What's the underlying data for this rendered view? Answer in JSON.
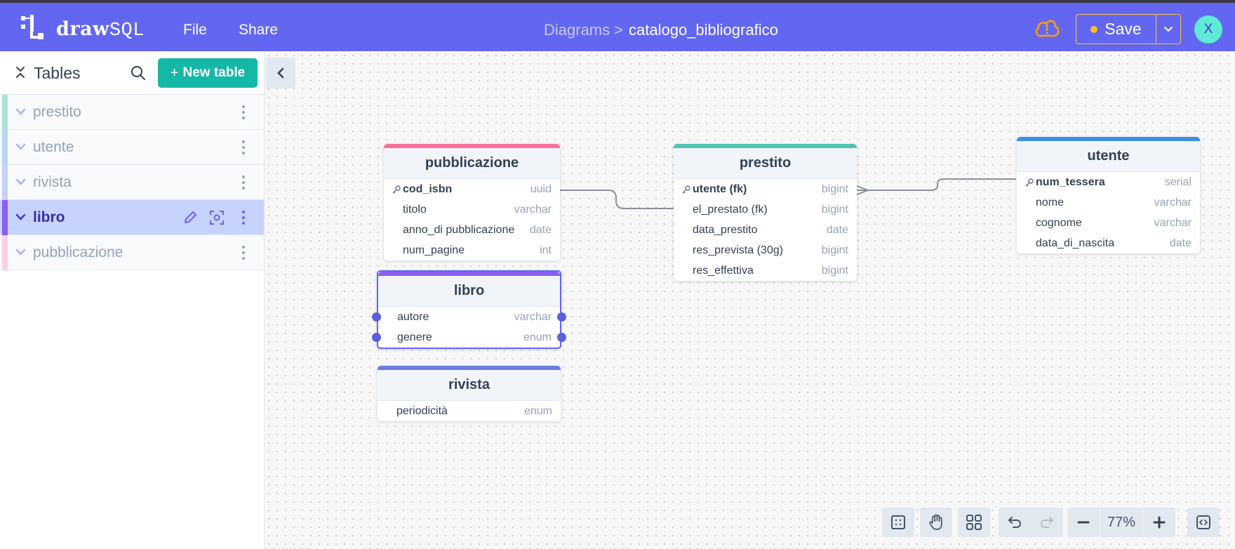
{
  "app": {
    "logo_bold": "draw",
    "logo_light": "SQL"
  },
  "menu": {
    "file": "File",
    "share": "Share"
  },
  "breadcrumb": {
    "root": "Diagrams",
    "separator": ">",
    "current": "catalogo_bibliografico"
  },
  "header": {
    "save_label": "Save",
    "avatar_letter": "X",
    "warning_color": "#f59e0b"
  },
  "sidebar": {
    "title": "Tables",
    "new_table_plus": "+",
    "new_table_label": "New table",
    "items": [
      {
        "label": "prestito",
        "color": "#a7e6d7",
        "active": false
      },
      {
        "label": "utente",
        "color": "#b7d8f5",
        "active": false
      },
      {
        "label": "rivista",
        "color": "#c7d2fe",
        "active": false
      },
      {
        "label": "libro",
        "color": "#8b5cf6",
        "active": true
      },
      {
        "label": "pubblicazione",
        "color": "#fbcfe0",
        "active": false
      }
    ]
  },
  "tables": {
    "pubblicazione": {
      "name": "pubblicazione",
      "color": "#f87199",
      "columns": [
        {
          "name": "cod_isbn",
          "type": "uuid",
          "pk": true
        },
        {
          "name": "titolo",
          "type": "varchar"
        },
        {
          "name": "anno_di pubblicazione",
          "type": "date"
        },
        {
          "name": "num_pagine",
          "type": "int"
        }
      ]
    },
    "libro": {
      "name": "libro",
      "color": "#8b5cf6",
      "columns": [
        {
          "name": "autore",
          "type": "varchar"
        },
        {
          "name": "genere",
          "type": "enum"
        }
      ]
    },
    "rivista": {
      "name": "rivista",
      "color": "#6f7ae0",
      "columns": [
        {
          "name": "periodicità",
          "type": "enum"
        }
      ]
    },
    "prestito": {
      "name": "prestito",
      "color": "#4fc4b0",
      "columns": [
        {
          "name": "utente (fk)",
          "type": "bigint",
          "pk": true
        },
        {
          "name": "el_prestato (fk)",
          "type": "bigint"
        },
        {
          "name": "data_prestito",
          "type": "date"
        },
        {
          "name": "res_prevista (30g)",
          "type": "bigint"
        },
        {
          "name": "res_effettiva",
          "type": "bigint"
        }
      ]
    },
    "utente": {
      "name": "utente",
      "color": "#3b8fe0",
      "columns": [
        {
          "name": "num_tessera",
          "type": "serial",
          "pk": true
        },
        {
          "name": "nome",
          "type": "varchar"
        },
        {
          "name": "cognome",
          "type": "varchar"
        },
        {
          "name": "data_di_nascita",
          "type": "date"
        }
      ]
    }
  },
  "toolbar": {
    "zoom": "77%",
    "icons": [
      "grid-icon",
      "hand-icon",
      "layout-icon",
      "undo-icon",
      "redo-icon",
      "zoom-out-icon",
      "zoom-in-icon",
      "code-icon"
    ]
  }
}
